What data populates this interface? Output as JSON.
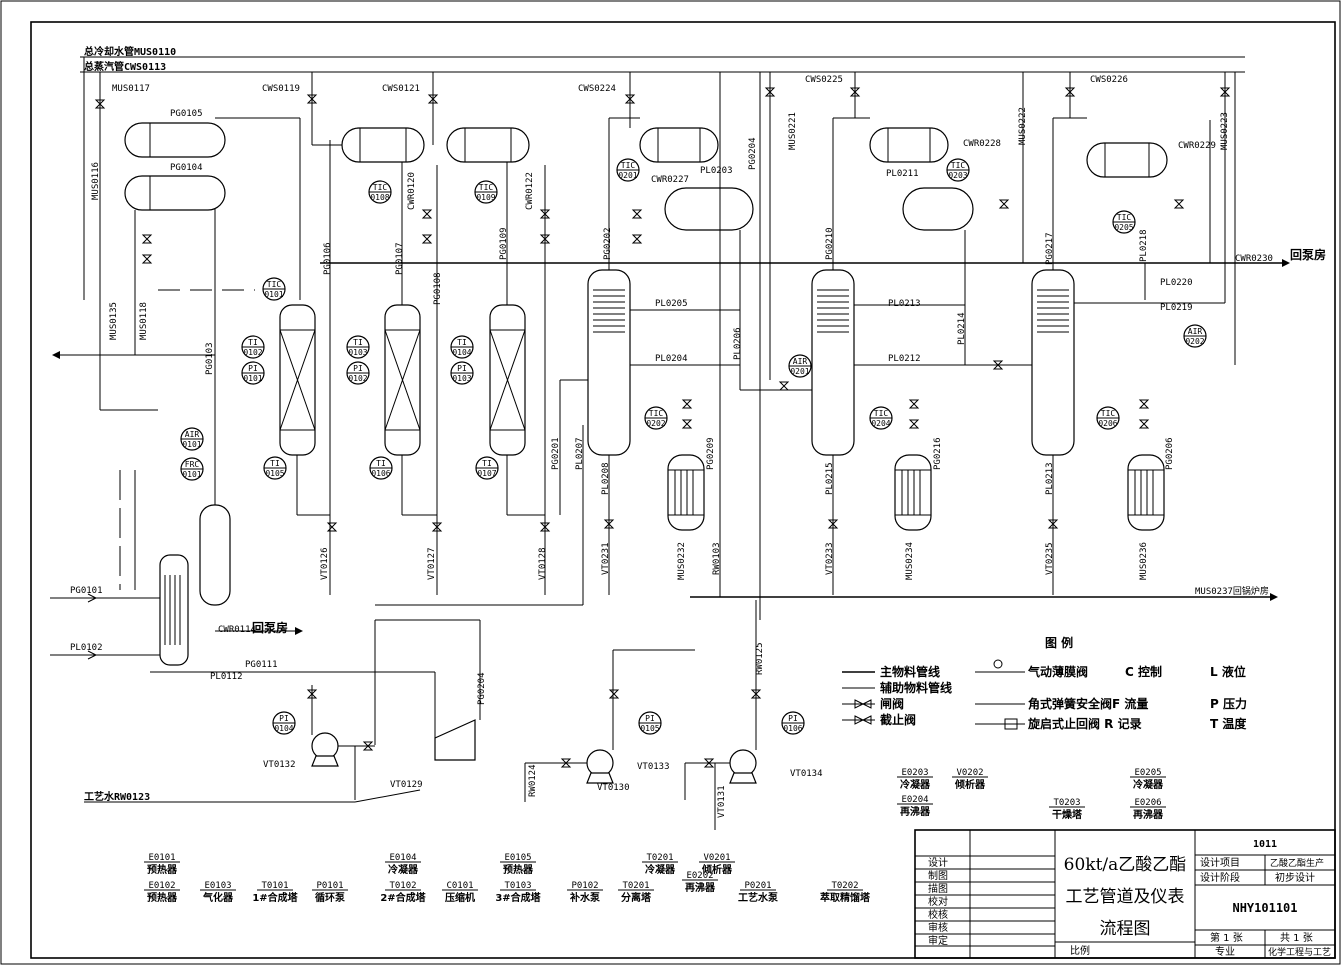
{
  "headers": {
    "main_cooling": "总冷却水管MUS0110",
    "main_steam": "总蒸汽管CWS0113",
    "process_water": "工艺水RW0123",
    "return_pump_1": "回泵房",
    "return_pump_2": "回泵房",
    "return_boiler": "MUS0237回锅炉房",
    "cwr0230": "CWR0230",
    "cwr0114": "CWR0114"
  },
  "line_labels": [
    "MUS0117",
    "MUS0116",
    "MUS0135",
    "MUS0118",
    "PG0105",
    "PG0104",
    "PG0103",
    "CWS0119",
    "CWS0121",
    "CWS0224",
    "CWS0225",
    "CWS0226",
    "PG0106",
    "PG0107",
    "PG0108",
    "PG0109",
    "CWR0120",
    "CWR0122",
    "PG0202",
    "CWR0227",
    "PL0203",
    "PG0204",
    "MUS0221",
    "PG0210",
    "PL0211",
    "CWR0228",
    "MUS0222",
    "PG0217",
    "CWR0229",
    "MUS0223",
    "PL0218",
    "PL0205",
    "PL0204",
    "PL0206",
    "PL0213",
    "PL0212",
    "PL0214",
    "PL0220",
    "PL0219",
    "PG0201",
    "PL0207",
    "PL0208",
    "PG0209",
    "PL0215",
    "PG0216",
    "PL0213",
    "PG0206",
    "VT0126",
    "VT0127",
    "VT0128",
    "VT0231",
    "MUS0232",
    "RW0103",
    "VT0233",
    "MUS0234",
    "VT0235",
    "MUS0236",
    "PG0101",
    "PL0102",
    "PG0111",
    "PL0112",
    "PG0204",
    "RW0125",
    "VT0132",
    "VT0129",
    "RW0124",
    "VT0130",
    "VT0133",
    "VT0131",
    "VT0134"
  ],
  "instruments": [
    {
      "a": "TIC",
      "b": "0101"
    },
    {
      "a": "TI",
      "b": "0102"
    },
    {
      "a": "PI",
      "b": "0101"
    },
    {
      "a": "TI",
      "b": "0105"
    },
    {
      "a": "TIC",
      "b": "0108"
    },
    {
      "a": "TI",
      "b": "0103"
    },
    {
      "a": "PI",
      "b": "0102"
    },
    {
      "a": "TI",
      "b": "0106"
    },
    {
      "a": "TIC",
      "b": "0109"
    },
    {
      "a": "TI",
      "b": "0104"
    },
    {
      "a": "PI",
      "b": "0103"
    },
    {
      "a": "TI",
      "b": "0107"
    },
    {
      "a": "TIC",
      "b": "0201"
    },
    {
      "a": "TIC",
      "b": "0202"
    },
    {
      "a": "AIR",
      "b": "0201"
    },
    {
      "a": "TIC",
      "b": "0203"
    },
    {
      "a": "TIC",
      "b": "0204"
    },
    {
      "a": "TIC",
      "b": "0205"
    },
    {
      "a": "AIR",
      "b": "0202"
    },
    {
      "a": "TIC",
      "b": "0206"
    },
    {
      "a": "AIR",
      "b": "0101"
    },
    {
      "a": "FRC",
      "b": "0101"
    },
    {
      "a": "PI",
      "b": "0104"
    },
    {
      "a": "PI",
      "b": "0105"
    },
    {
      "a": "PI",
      "b": "0106"
    }
  ],
  "legend": {
    "title": "图 例",
    "items": [
      {
        "sym": "主物料管线",
        "col2": "气动薄膜阀",
        "col3": "C 控制",
        "col4": "L 液位"
      },
      {
        "sym": "辅助物料管线",
        "col2": "角式弹簧安全阀F 流量",
        "col3": "",
        "col4": "P 压力"
      },
      {
        "sym": "闸阀",
        "col2": "旋启式止回阀 R 记录",
        "col3": "",
        "col4": "T 温度"
      },
      {
        "sym": "截止阀",
        "col2": "",
        "col3": "",
        "col4": ""
      }
    ]
  },
  "equipment_tags": [
    {
      "id": "E0101",
      "name": "预热器"
    },
    {
      "id": "E0102",
      "name": "预热器"
    },
    {
      "id": "E0103",
      "name": "气化器"
    },
    {
      "id": "T0101",
      "name": "1#合成塔"
    },
    {
      "id": "P0101",
      "name": "循环泵"
    },
    {
      "id": "E0104",
      "name": "冷凝器"
    },
    {
      "id": "T0102",
      "name": "2#合成塔"
    },
    {
      "id": "C0101",
      "name": "压缩机"
    },
    {
      "id": "E0105",
      "name": "预热器"
    },
    {
      "id": "T0103",
      "name": "3#合成塔"
    },
    {
      "id": "P0102",
      "name": "补水泵"
    },
    {
      "id": "T0201",
      "name": "分离塔"
    },
    {
      "id": "T0201",
      "name": "冷凝器"
    },
    {
      "id": "V0201",
      "name": "倾析器"
    },
    {
      "id": "E0202",
      "name": "再沸器"
    },
    {
      "id": "P0201",
      "name": "工艺水泵"
    },
    {
      "id": "T0202",
      "name": "萃取精馏塔"
    },
    {
      "id": "E0203",
      "name": "冷凝器"
    },
    {
      "id": "V0202",
      "name": "倾析器"
    },
    {
      "id": "E0204",
      "name": "再沸器"
    },
    {
      "id": "T0203",
      "name": "干燥塔"
    },
    {
      "id": "E0205",
      "name": "冷凝器"
    },
    {
      "id": "E0206",
      "name": "再沸器"
    }
  ],
  "title_block": {
    "rows": [
      "设计",
      "制图",
      "描图",
      "校对",
      "校核",
      "审核",
      "审定"
    ],
    "title_lines": [
      "60kt/a乙酸乙酯",
      "工艺管道及仪表",
      "流程图"
    ],
    "scale_label": "比例",
    "number_top": "1011",
    "project_label": "设计项目",
    "project_value": "乙酸乙酯生产",
    "stage_label": "设计阶段",
    "stage_value": "初步设计",
    "drawing_no": "NHY101101",
    "sheet": "第 1 张",
    "total": "共 1 张",
    "major_label": "专业",
    "major_value": "化学工程与工艺"
  }
}
